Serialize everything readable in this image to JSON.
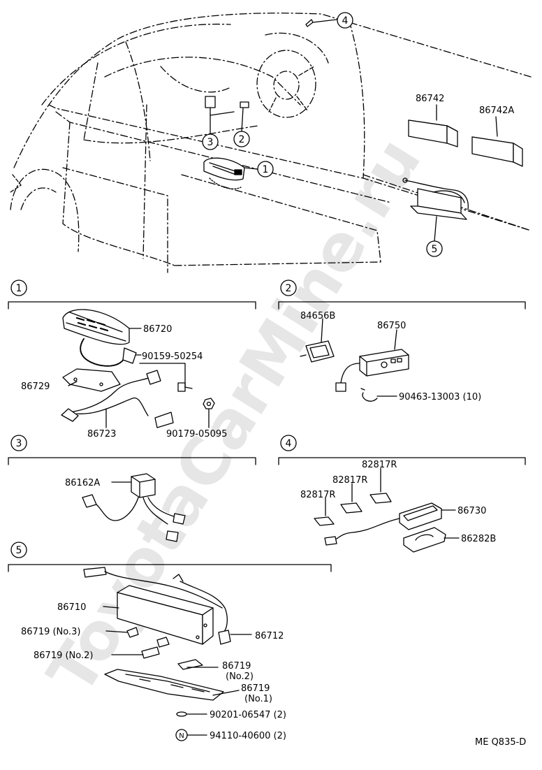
{
  "watermark": "ToyotaCarMine.ru",
  "overview": {
    "callouts": [
      "1",
      "2",
      "3",
      "4",
      "5"
    ],
    "parts": [
      "86742",
      "86742A"
    ]
  },
  "sections": [
    {
      "id": "1",
      "parts": [
        "86720",
        "90159-50254",
        "86729",
        "86723",
        "90179-05095"
      ]
    },
    {
      "id": "2",
      "parts": [
        "84656B",
        "86750",
        "90463-13003 (10)"
      ]
    },
    {
      "id": "3",
      "parts": [
        "86162A"
      ]
    },
    {
      "id": "4",
      "parts": [
        "82817R",
        "82817R",
        "82817R",
        "86730",
        "86282B"
      ]
    },
    {
      "id": "5",
      "parts": [
        "86710",
        "86719 (No.3)",
        "86712",
        "86719 (No.2)",
        "86719",
        "(No.2)",
        "86719",
        "(No.1)",
        "90201-06547 (2)",
        "94110-40600 (2)"
      ],
      "nut_mark": "N"
    }
  ],
  "footer_code": "ME Q835-D"
}
